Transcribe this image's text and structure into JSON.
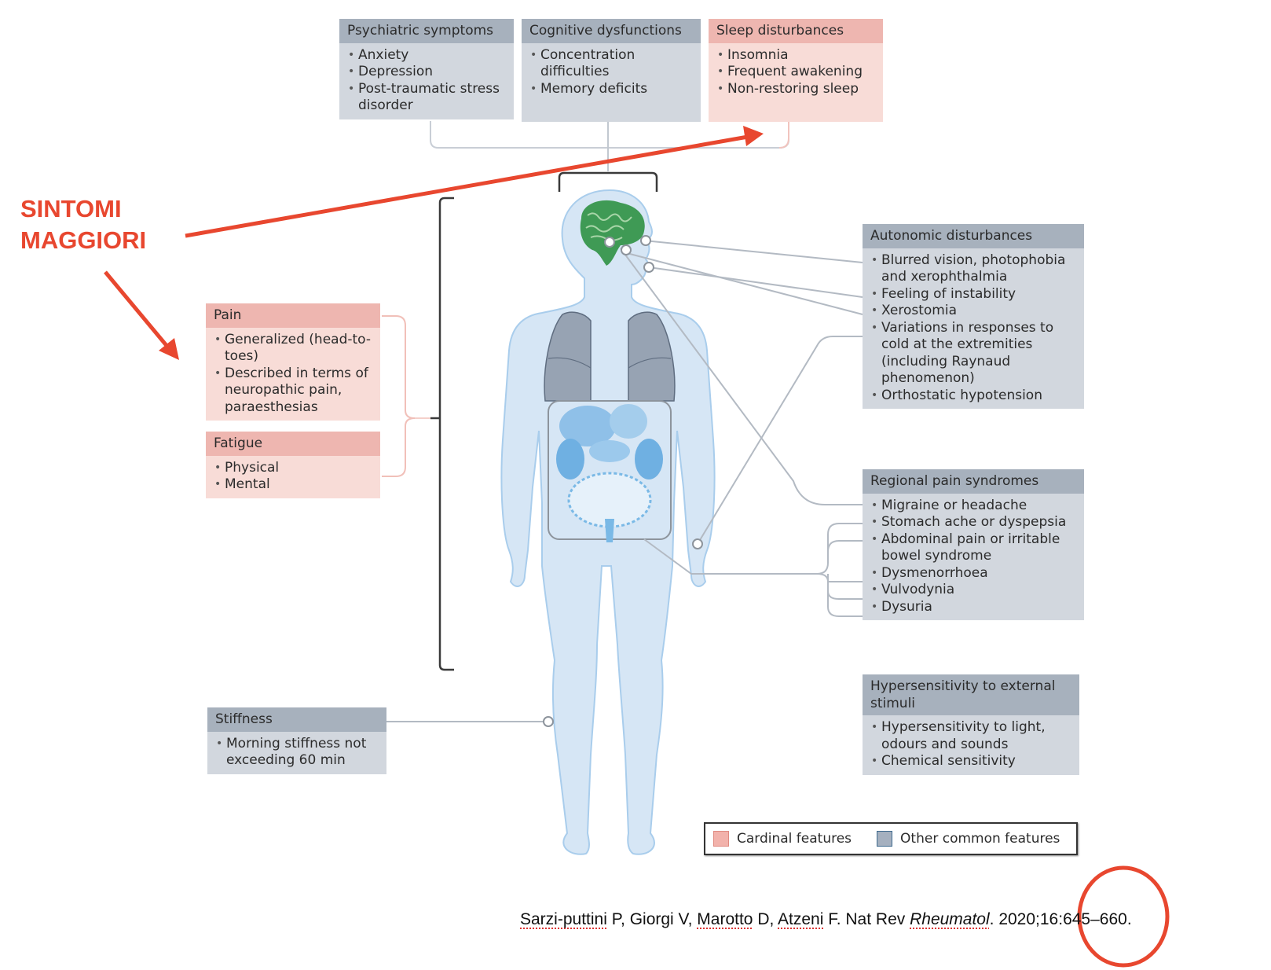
{
  "annotation": {
    "line1": "SINTOMI",
    "line2": "MAGGIORI",
    "color": "#e8472f"
  },
  "boxes": {
    "psychiatric": {
      "title": "Psychiatric symptoms",
      "category": "other",
      "items": [
        "Anxiety",
        "Depression",
        "Post-traumatic stress disorder"
      ]
    },
    "cognitive": {
      "title": "Cognitive dysfunctions",
      "category": "other",
      "items": [
        "Concentration difficulties",
        "Memory deficits"
      ]
    },
    "sleep": {
      "title": "Sleep disturbances",
      "category": "cardinal",
      "items": [
        "Insomnia",
        "Frequent awakening",
        "Non-restoring sleep"
      ]
    },
    "pain": {
      "title": "Pain",
      "category": "cardinal",
      "items": [
        "Generalized (head-to-toes)",
        "Described in terms of neuropathic pain, paraesthesias"
      ]
    },
    "fatigue": {
      "title": "Fatigue",
      "category": "cardinal",
      "items": [
        "Physical",
        "Mental"
      ]
    },
    "stiffness": {
      "title": "Stiffness",
      "category": "other",
      "items": [
        "Morning stiffness not exceeding 60 min"
      ]
    },
    "autonomic": {
      "title": "Autonomic disturbances",
      "category": "other",
      "items": [
        "Blurred vision, photophobia and xerophthalmia",
        "Feeling of instability",
        "Xerostomia",
        "Variations in responses to cold at the extremities (including Raynaud phenomenon)",
        "Orthostatic hypotension"
      ]
    },
    "regional": {
      "title": "Regional pain syndromes",
      "category": "other",
      "items": [
        "Migraine or headache",
        "Stomach ache or dyspepsia",
        "Abdominal pain or irritable bowel syndrome",
        "Dysmenorrhoea",
        "Vulvodynia",
        "Dysuria"
      ]
    },
    "hypersensitivity": {
      "title": "Hypersensitivity to external stimuli",
      "category": "other",
      "items": [
        "Hypersensitivity to light, odours and sounds",
        "Chemical sensitivity"
      ]
    }
  },
  "legend": {
    "cardinal": "Cardinal features",
    "other": "Other common features"
  },
  "colors": {
    "cardinal_header": "#eeb6b0",
    "cardinal_body": "#f8dcd7",
    "other_header": "#a7b1bd",
    "other_body": "#d2d7de",
    "body_fill": "#d6e6f5",
    "brain": "#3f9a55",
    "lungs": "#97a3b3",
    "arrow": "#e8472f"
  },
  "citation": {
    "author1": "Sarzi-puttini",
    "a1_rest": " P, Giorgi V, ",
    "author2": "Marotto",
    "a2_rest": " D, ",
    "author3": "Atzeni",
    "a3_rest": " F. Nat Rev ",
    "journal": "Rheumatol",
    "tail": ". 2020;16:645–660."
  }
}
